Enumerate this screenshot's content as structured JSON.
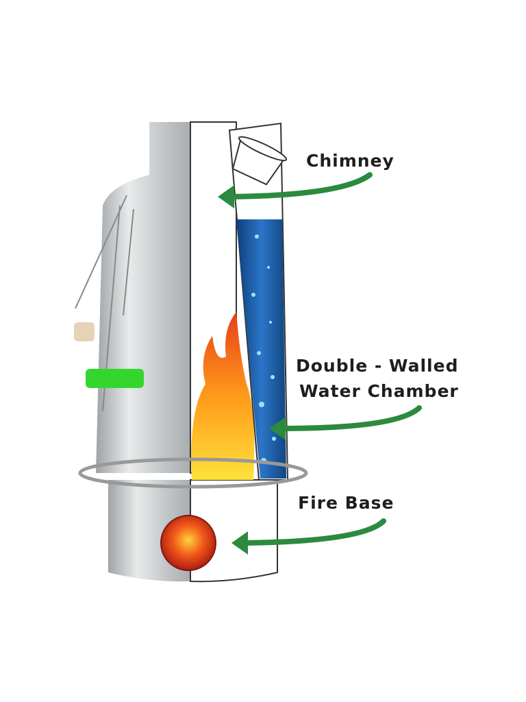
{
  "labels": {
    "chimney": "Chimney",
    "water_line1": "Double - Walled",
    "water_line2": "Water Chamber",
    "fire_base": "Fire Base"
  },
  "colors": {
    "arrow": "#2b8a3e",
    "water": "#1f5fa8",
    "cork": "#34d62e",
    "ember": "#e0301a"
  }
}
